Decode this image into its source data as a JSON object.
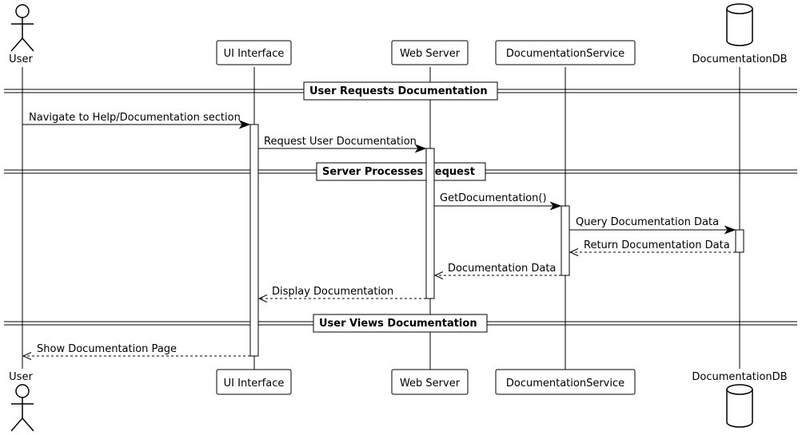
{
  "participants": {
    "user": "User",
    "ui": "UI Interface",
    "web": "Web Server",
    "docservice": "DocumentationService",
    "docdb": "DocumentationDB"
  },
  "separators": {
    "s1": "User Requests Documentation",
    "s2": "Server Processes Request",
    "s3": "User Views Documentation"
  },
  "messages": {
    "m1": "Navigate to Help/Documentation section",
    "m2": "Request User Documentation",
    "m3": "GetDocumentation()",
    "m4": "Query Documentation Data",
    "m5": "Return Documentation Data",
    "m6": "Documentation Data",
    "m7": "Display Documentation",
    "m8": "Show Documentation Page"
  }
}
